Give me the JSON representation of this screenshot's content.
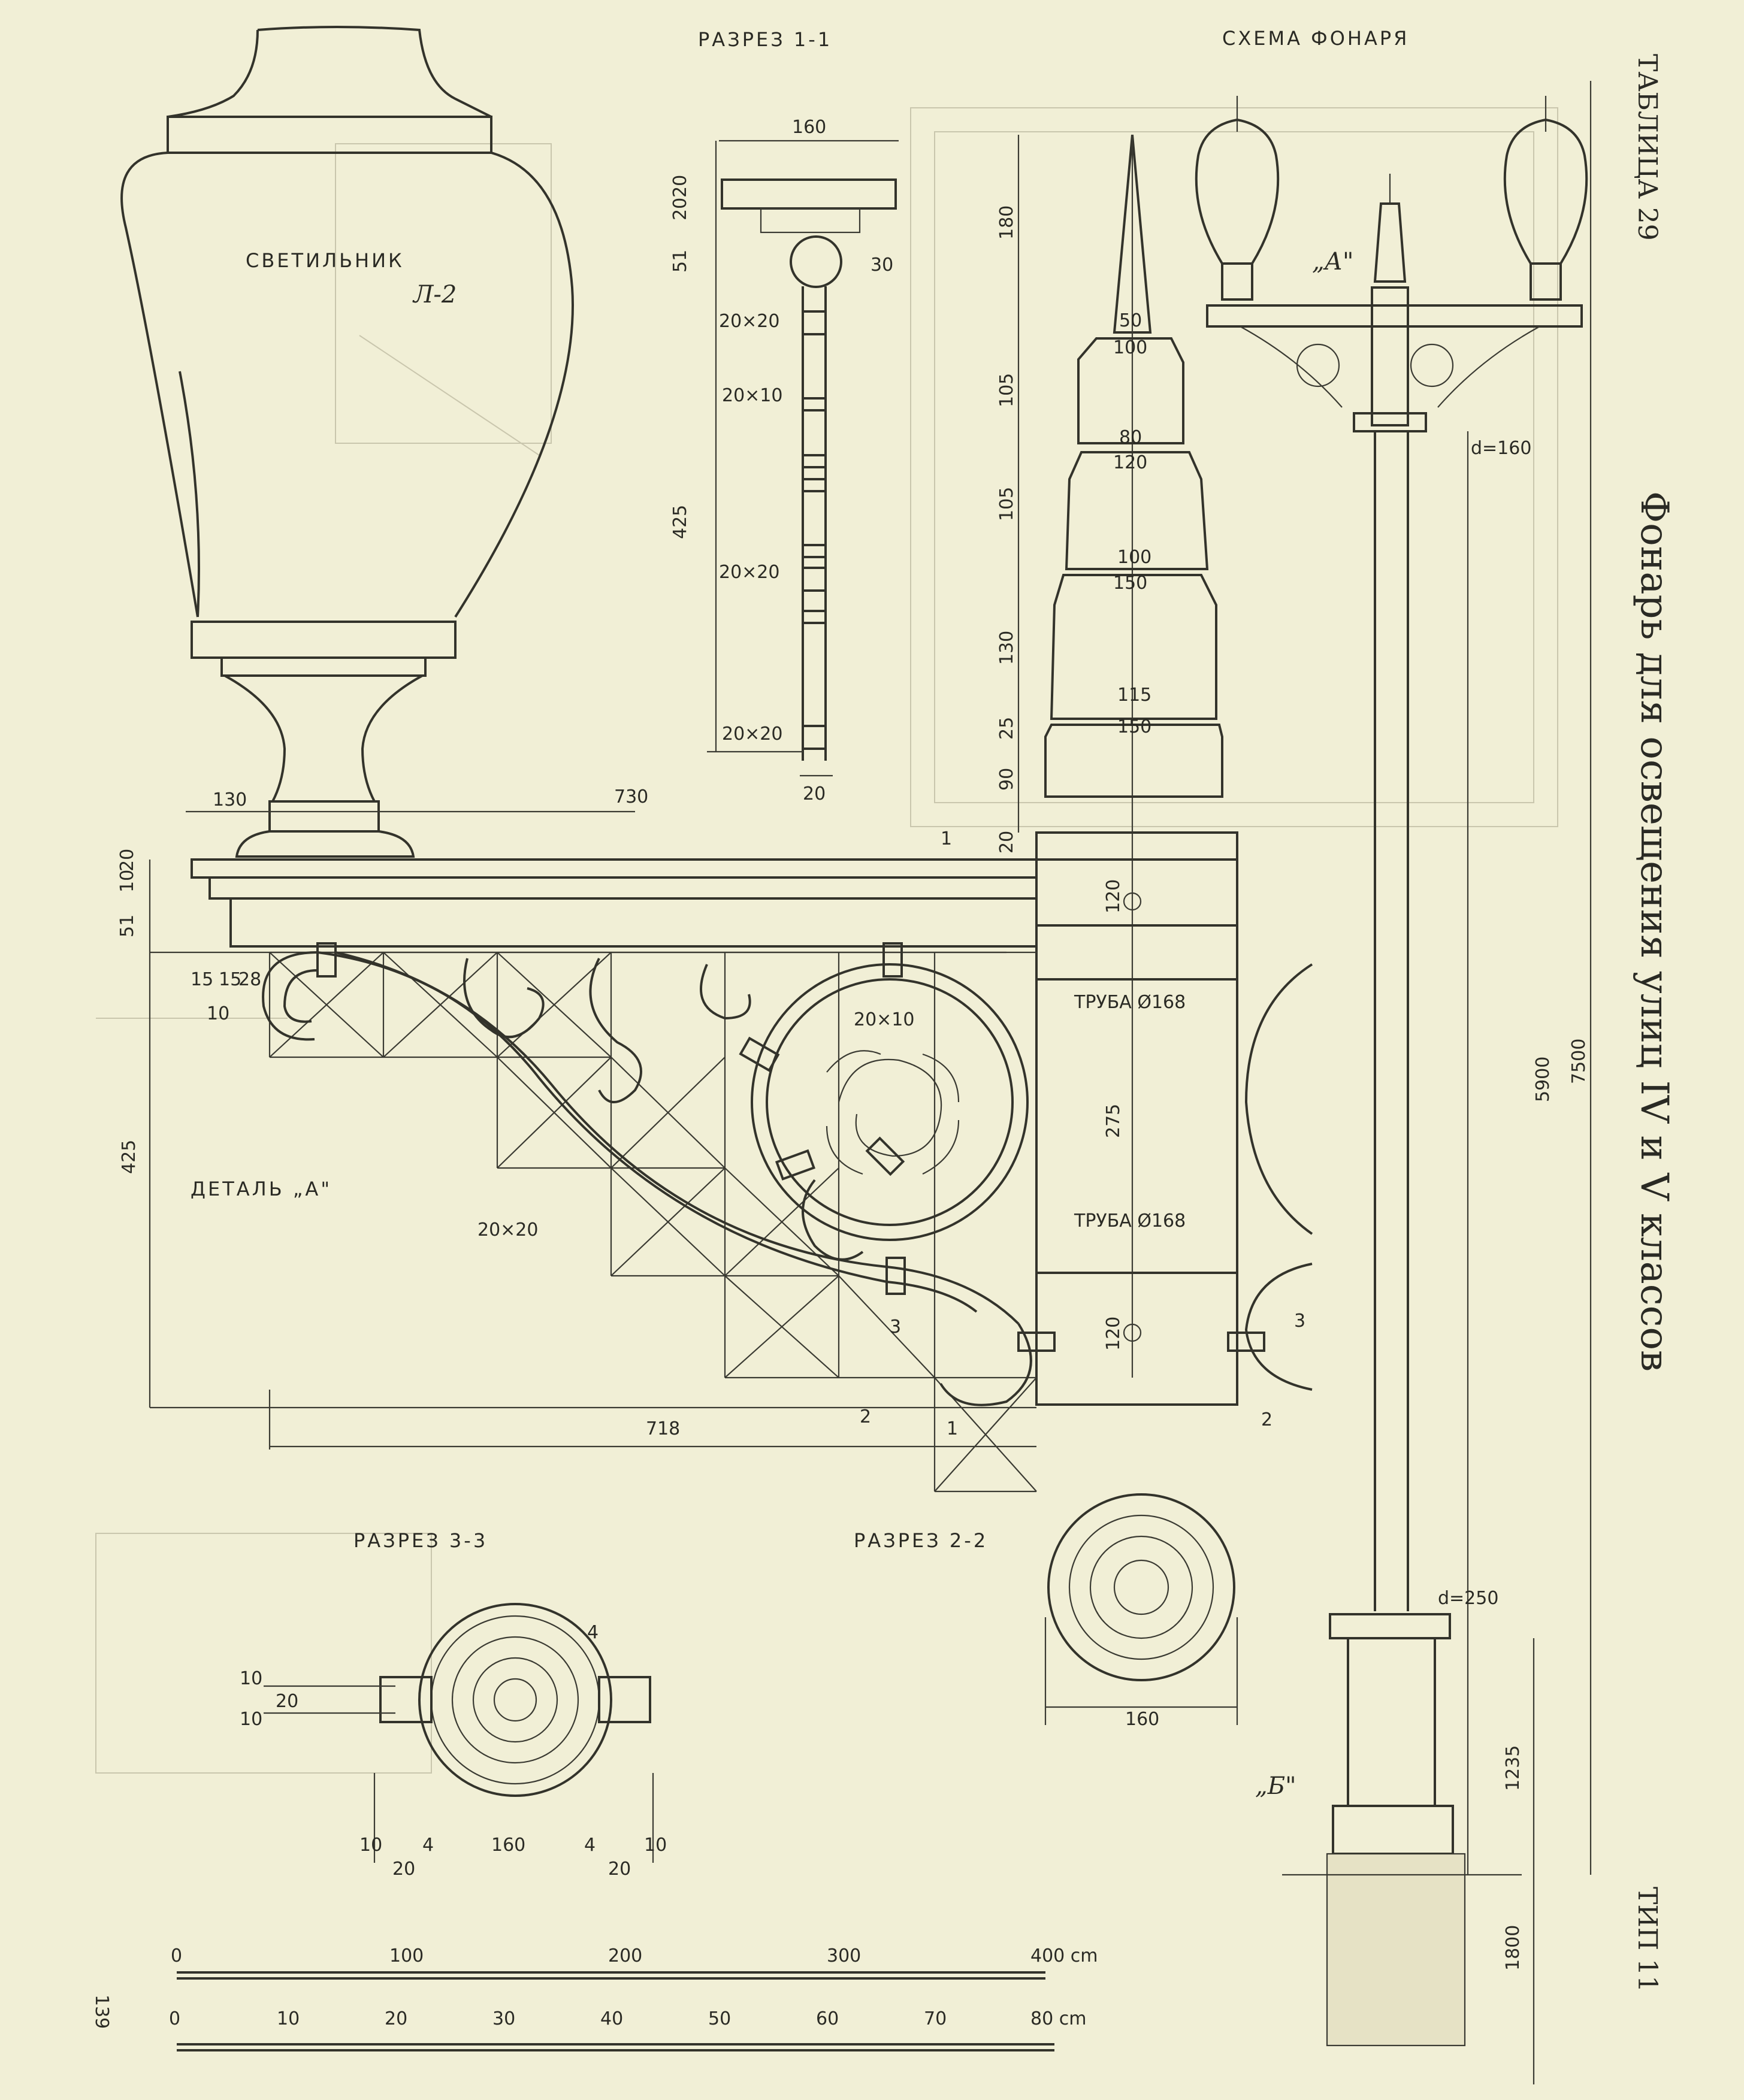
{
  "sheet": {
    "table_label": "ТАБЛИЦА 29",
    "title": "Фонарь для освещения улиц IV и V классов",
    "type_label": "ТИП 11",
    "page_number": "139"
  },
  "views": {
    "section_1": "РАЗРЕЗ 1-1",
    "lamp_scheme": "СХЕМА ФОНАРЯ",
    "section_3": "РАЗРЕЗ 3-3",
    "section_2": "РАЗРЕЗ 2-2",
    "detail_a": "ДЕТАЛЬ „А\"",
    "lamp_label": "СВЕТИЛЬНИК",
    "lamp_code": "Л-2",
    "pipe_1": "ТРУБА Ø168",
    "pipe_2": "ТРУБА Ø168",
    "mark_a": "„А\"",
    "mark_b": "„Б\""
  },
  "dims": {
    "d160": "160",
    "d20a": "20",
    "d20b": "20",
    "d30": "30",
    "d51": "51",
    "bar1": "20×20",
    "bar2": "20×10",
    "bar3": "20×20",
    "bar4": "20×20",
    "d425a": "425",
    "d20c": "20",
    "s180": "180",
    "s50": "50",
    "s100": "100",
    "s105a": "105",
    "s80": "80",
    "s120": "120",
    "s105b": "105",
    "s100b": "100",
    "s150a": "150",
    "s130": "130",
    "s115": "115",
    "s25": "25",
    "s150b": "150",
    "s90": "90",
    "s20": "20",
    "s120b": "120",
    "s275": "275",
    "s120c": "120",
    "a130": "130",
    "a730": "730",
    "a20": "20",
    "a10": "10",
    "a51": "51",
    "a15a": "15",
    "a15b": "15",
    "a28": "28",
    "a10b": "10",
    "a425": "425",
    "a20x10": "20×10",
    "a20x20": "20×20",
    "a718": "718",
    "m1": "1",
    "m1b": "1",
    "m2": "2",
    "m2b": "2",
    "m3": "3",
    "m3b": "3",
    "p_d160": "d=160",
    "p_d250": "d=250",
    "p5900": "5900",
    "p7500": "7500",
    "p1235": "1235",
    "p1800": "1800",
    "c10a": "10",
    "c20": "20",
    "c10b": "10",
    "c4": "4",
    "cb10a": "10",
    "cb20a": "20",
    "cb4a": "4",
    "cb160": "160",
    "cb4b": "4",
    "cb20b": "20",
    "cb10b": "10",
    "r160": "160"
  },
  "scales": {
    "top": [
      "0",
      "100",
      "200",
      "300",
      "400 cm"
    ],
    "bottom": [
      "0",
      "10",
      "20",
      "30",
      "40",
      "50",
      "60",
      "70",
      "80 cm"
    ]
  }
}
